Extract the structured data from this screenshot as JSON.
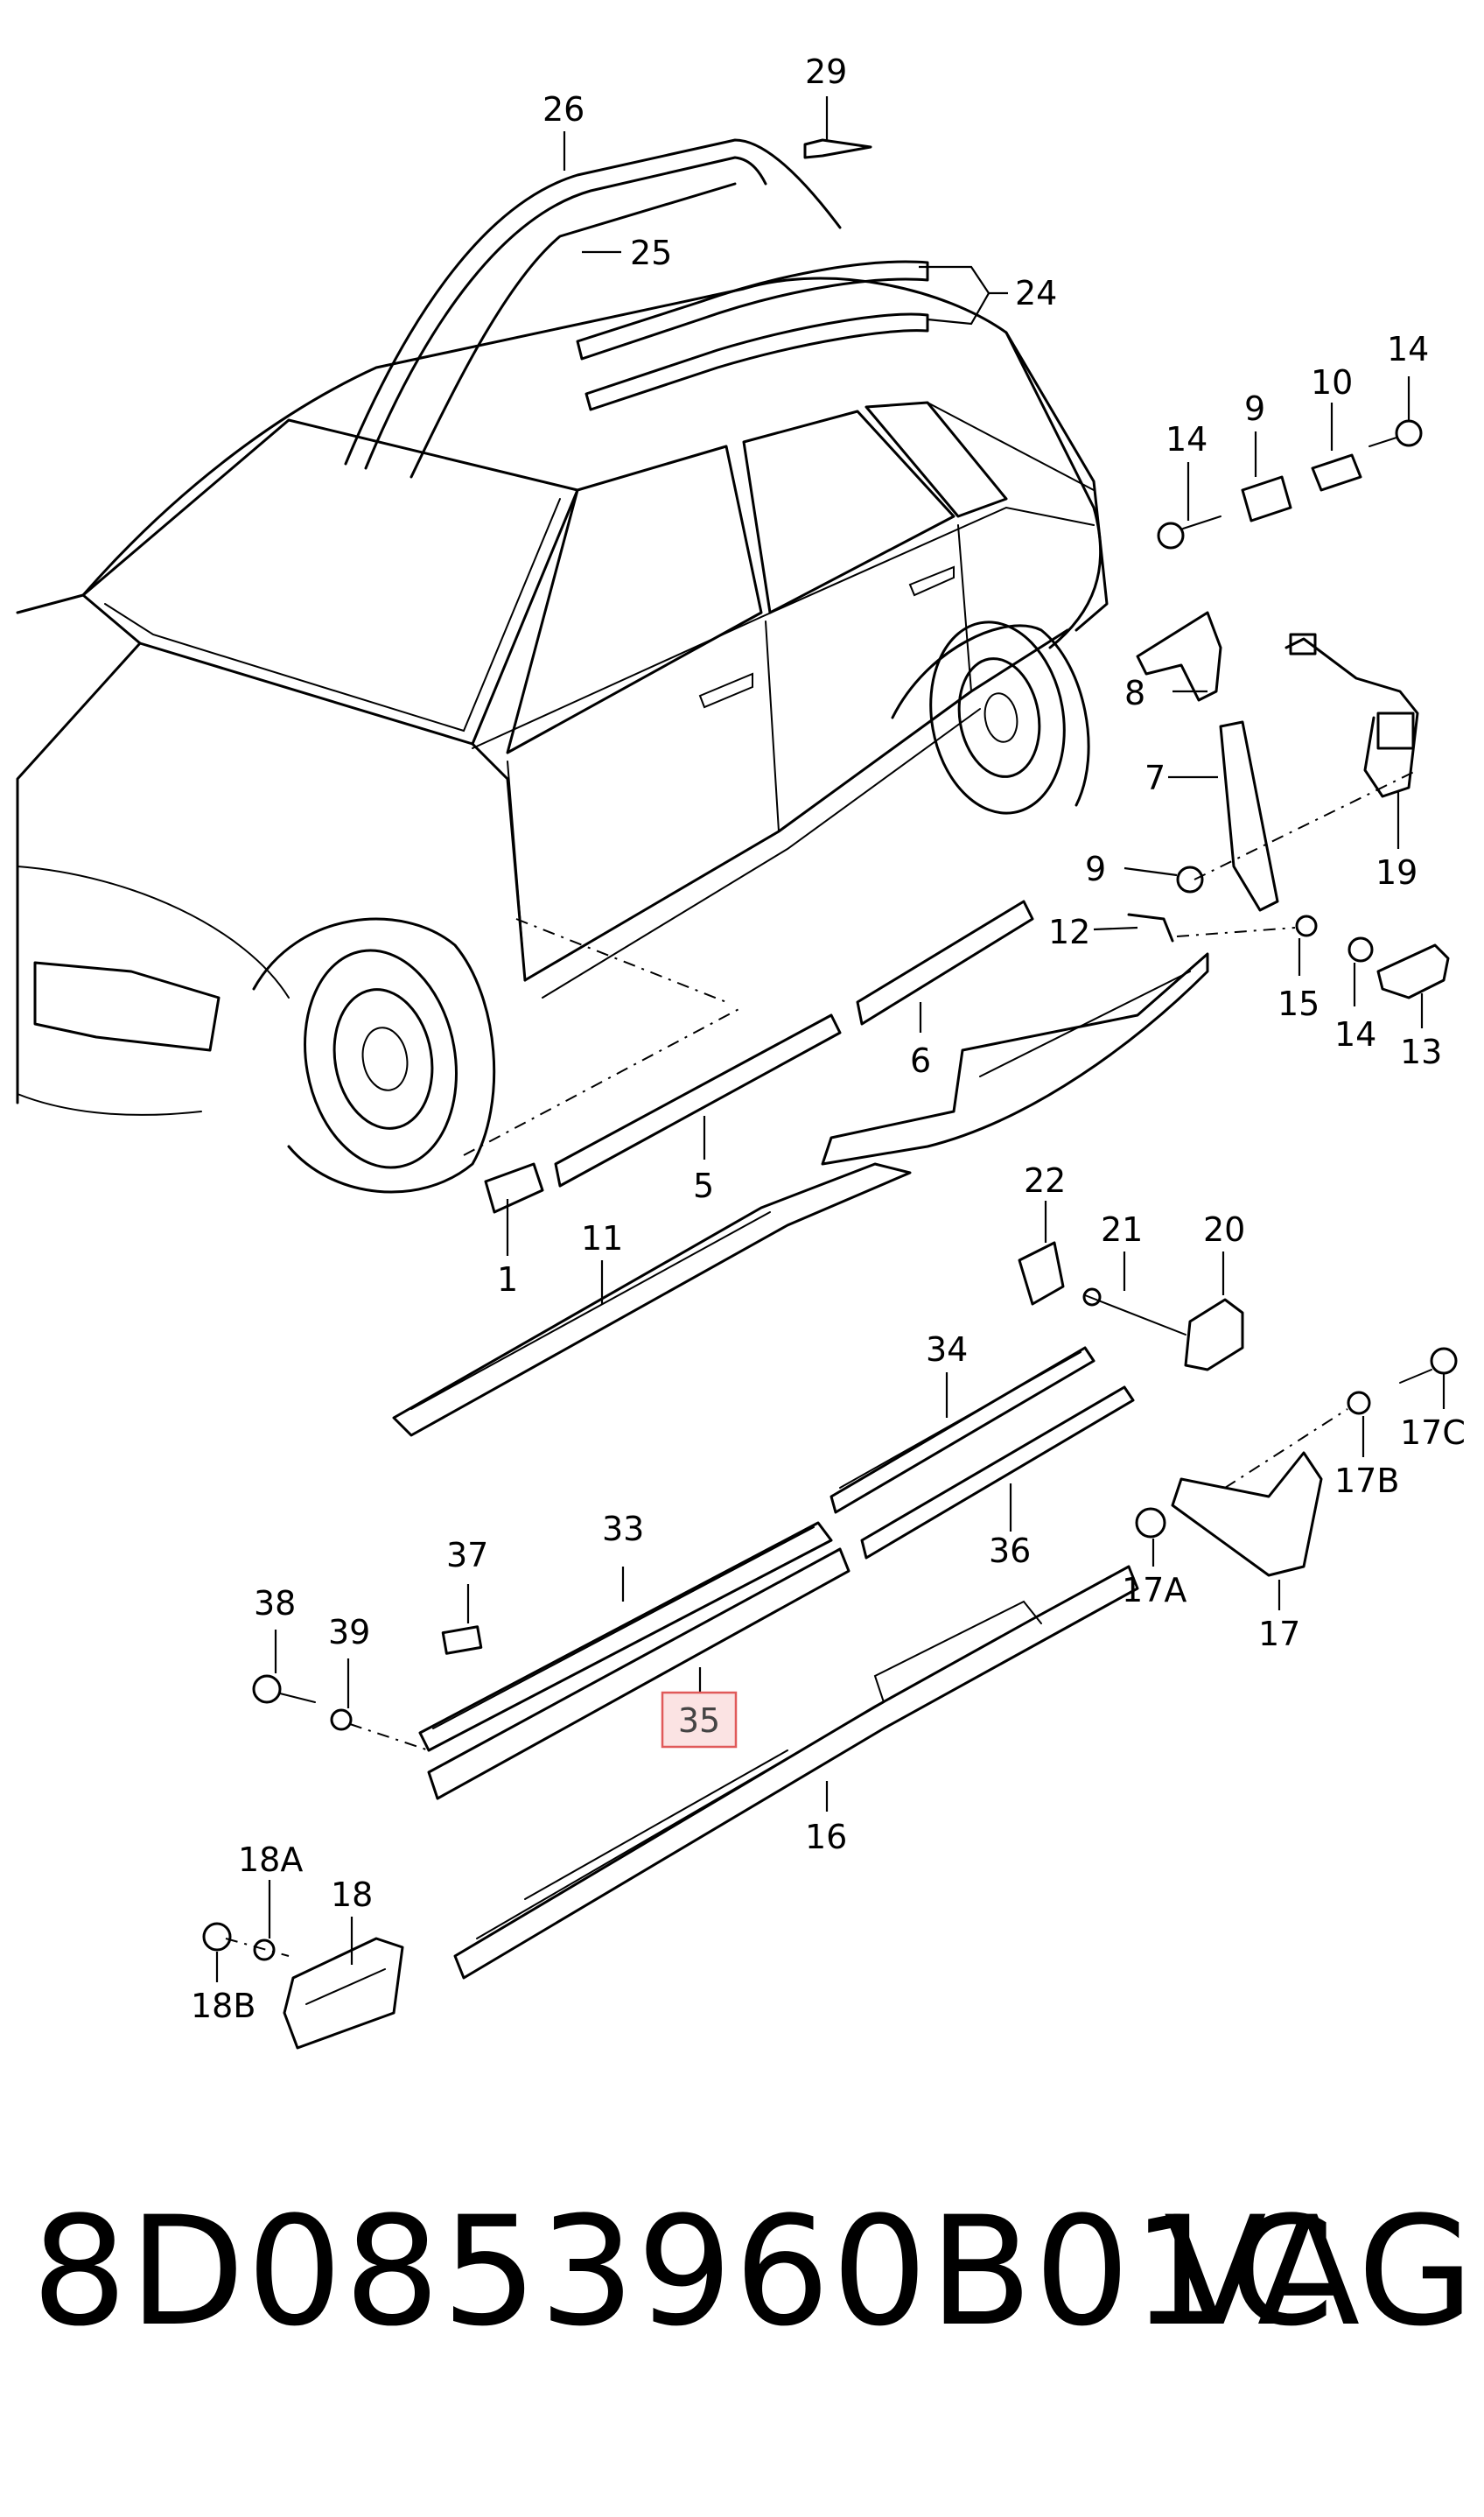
{
  "diagram": {
    "callouts": [
      {
        "id": "c1",
        "text": "1"
      },
      {
        "id": "c5",
        "text": "5"
      },
      {
        "id": "c6",
        "text": "6"
      },
      {
        "id": "c7",
        "text": "7"
      },
      {
        "id": "c8",
        "text": "8"
      },
      {
        "id": "c9a",
        "text": "9"
      },
      {
        "id": "c9b",
        "text": "9"
      },
      {
        "id": "c10",
        "text": "10"
      },
      {
        "id": "c11",
        "text": "11"
      },
      {
        "id": "c12",
        "text": "12"
      },
      {
        "id": "c13",
        "text": "13"
      },
      {
        "id": "c14a",
        "text": "14"
      },
      {
        "id": "c14b",
        "text": "14"
      },
      {
        "id": "c14c",
        "text": "14"
      },
      {
        "id": "c15",
        "text": "15"
      },
      {
        "id": "c16",
        "text": "16"
      },
      {
        "id": "c17",
        "text": "17"
      },
      {
        "id": "c17a",
        "text": "17A"
      },
      {
        "id": "c17b",
        "text": "17B"
      },
      {
        "id": "c17c",
        "text": "17C"
      },
      {
        "id": "c18",
        "text": "18"
      },
      {
        "id": "c18a",
        "text": "18A"
      },
      {
        "id": "c18b",
        "text": "18B"
      },
      {
        "id": "c19",
        "text": "19"
      },
      {
        "id": "c20",
        "text": "20"
      },
      {
        "id": "c21",
        "text": "21"
      },
      {
        "id": "c22",
        "text": "22"
      },
      {
        "id": "c24",
        "text": "24"
      },
      {
        "id": "c25",
        "text": "25"
      },
      {
        "id": "c26",
        "text": "26"
      },
      {
        "id": "c29",
        "text": "29"
      },
      {
        "id": "c33",
        "text": "33"
      },
      {
        "id": "c34",
        "text": "34"
      },
      {
        "id": "c36",
        "text": "36"
      },
      {
        "id": "c37",
        "text": "37"
      },
      {
        "id": "c38",
        "text": "38"
      },
      {
        "id": "c39",
        "text": "39"
      }
    ],
    "highlighted_callout": {
      "text": "35",
      "border_color": "#e05a5a",
      "fill_color": "#fbe3e3"
    }
  },
  "footer": {
    "part_number": "8D0853960B01C",
    "brand": "VAG"
  }
}
